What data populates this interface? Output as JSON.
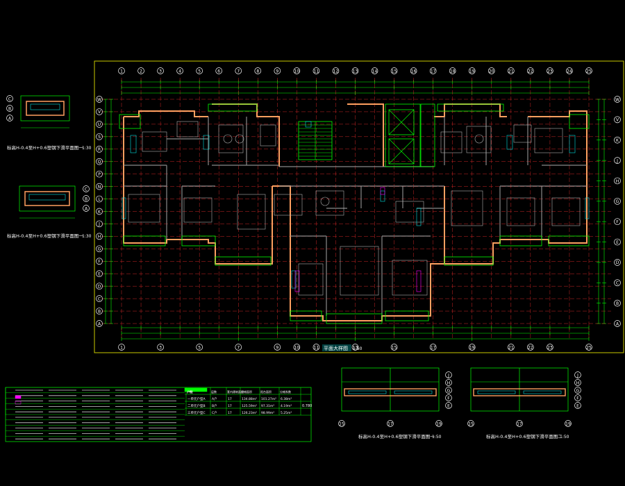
{
  "drawing": {
    "main_plan_title": "平面大样图",
    "main_plan_scale": "1:50",
    "detail_left_1": {
      "title": "标高H-0.4至H+0.6塑钢下滑平面图一",
      "scale": "1:30"
    },
    "detail_left_2": {
      "title": "标高H-0.4至H+0.6塑钢下滑平面图一",
      "scale": "1:30"
    },
    "detail_bottom_1": {
      "title": "标高H-0.4至H+0.6塑钢下滑平面图一",
      "scale": "1:50"
    },
    "detail_bottom_2": {
      "title": "标高H-0.4至H+0.6塑钢下滑平面图二",
      "scale": "1:50"
    }
  },
  "grid": {
    "top_axes": [
      "1",
      "2",
      "3",
      "4",
      "5",
      "6",
      "7",
      "8",
      "9",
      "10",
      "11",
      "12",
      "13",
      "14",
      "15",
      "16",
      "17",
      "18",
      "19",
      "20",
      "21",
      "22",
      "23",
      "24",
      "25"
    ],
    "bottom_axes": [
      "1",
      "3",
      "5",
      "7",
      "9",
      "10",
      "11",
      "13",
      "15",
      "17",
      "19",
      "21",
      "22",
      "23",
      "25"
    ],
    "left_axes": [
      "W",
      "V",
      "U",
      "S",
      "R",
      "Q",
      "P",
      "N",
      "L",
      "K",
      "J",
      "H",
      "G",
      "F",
      "E",
      "D",
      "C",
      "B",
      "A"
    ],
    "right_axes": [
      "W",
      "V",
      "K",
      "J",
      "H",
      "G",
      "F",
      "E",
      "D",
      "C",
      "B",
      "A"
    ]
  },
  "area_table": {
    "headers": [
      "户型",
      "户数",
      "层数",
      "套内建筑面积",
      "分摊面积",
      "阳台面积",
      "分摊系数"
    ],
    "rows": [
      {
        "type": "一单元户型A",
        "units": "A户",
        "floors": "17",
        "area": "134.88m²",
        "shared": "101.27m²",
        "balcony": "6.38m²"
      },
      {
        "type": "二单元户型B",
        "units": "B户",
        "floors": "17",
        "area": "125.59m²",
        "shared": "97.31m²",
        "balcony": "4.19m²"
      },
      {
        "type": "三单元户型C",
        "units": "C户",
        "floors": "17",
        "area": "126.23m²",
        "shared": "98.99m²",
        "balcony": "5.25m²"
      }
    ],
    "coefficient": "0.780"
  },
  "colors": {
    "background": "#000000",
    "grid_cyan": "#00e0e0",
    "line_green": "#00ff00",
    "wall_orange": "#ffa060",
    "axis_red": "#ff3030",
    "frame_yellow": "#e0e000",
    "text_white": "#ffffff",
    "magenta": "#ff00ff"
  }
}
